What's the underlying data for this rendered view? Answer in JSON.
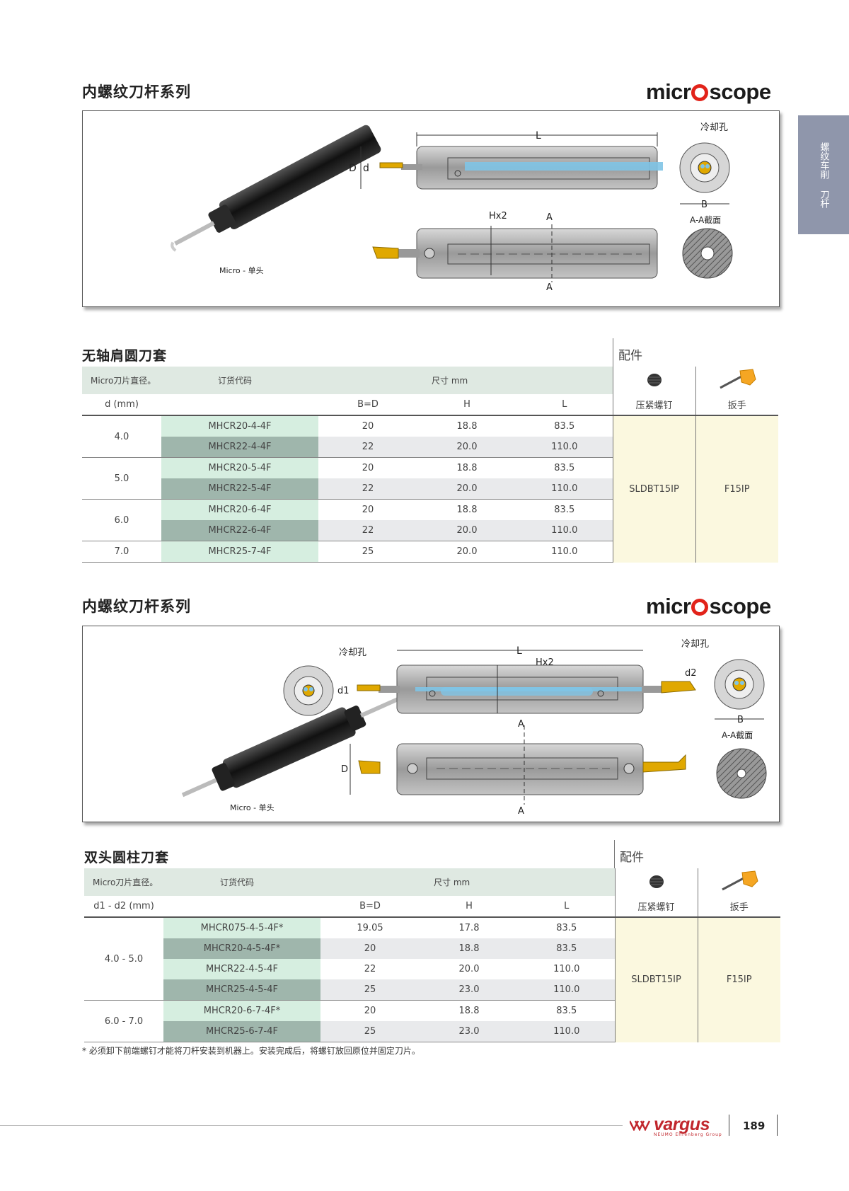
{
  "section1": {
    "title": "内螺纹刀杆系列",
    "brand_pre": "micr",
    "brand_post": "scope",
    "photo_caption": "Micro - 单头",
    "labels": {
      "L": "L",
      "D": "D",
      "d": "d",
      "coolant": "冷却孔",
      "B": "B",
      "Hx2": "Hx2",
      "A_top": "A",
      "A_bottom": "A",
      "section": "A-A截面"
    }
  },
  "table1": {
    "title": "无轴肩圆刀套",
    "acc_title": "配件",
    "h_dia": "Micro刀片直径。",
    "h_code": "订货代码",
    "h_dims": "尺寸 mm",
    "h_d": "d (mm)",
    "h_bd": "B=D",
    "h_h": "H",
    "h_l": "L",
    "h_screw": "压紧螺钉",
    "h_wrench": "扳手",
    "rows": [
      {
        "code": "MHCR20-4-4F",
        "bd": "20",
        "h": "18.8",
        "l": "83.5"
      },
      {
        "code": "MHCR22-4-4F",
        "bd": "22",
        "h": "20.0",
        "l": "110.0"
      },
      {
        "code": "MHCR20-5-4F",
        "bd": "20",
        "h": "18.8",
        "l": "83.5"
      },
      {
        "code": "MHCR22-5-4F",
        "bd": "22",
        "h": "20.0",
        "l": "110.0"
      },
      {
        "code": "MHCR20-6-4F",
        "bd": "20",
        "h": "18.8",
        "l": "83.5"
      },
      {
        "code": "MHCR22-6-4F",
        "bd": "22",
        "h": "20.0",
        "l": "110.0"
      },
      {
        "code": "MHCR25-7-4F",
        "bd": "25",
        "h": "20.0",
        "l": "110.0"
      }
    ],
    "groups": [
      "4.0",
      "5.0",
      "6.0",
      "7.0"
    ],
    "screw": "SLDBT15IP",
    "wrench": "F15IP"
  },
  "section2": {
    "title": "内螺纹刀杆系列",
    "brand_pre": "micr",
    "brand_post": "scope",
    "photo_caption": "Micro - 单头",
    "labels": {
      "L": "L",
      "Hx2": "Hx2",
      "coolant_left": "冷却孔",
      "coolant_right": "冷却孔",
      "d1": "d1",
      "d2": "d2",
      "B": "B",
      "D": "D",
      "A_top": "A",
      "A_bottom": "A",
      "section": "A-A截面"
    }
  },
  "table2": {
    "title": "双头圆柱刀套",
    "acc_title": "配件",
    "h_dia": "Micro刀片直径。",
    "h_code": "订货代码",
    "h_dims": "尺寸 mm",
    "h_d": "d1 - d2 (mm)",
    "h_bd": "B=D",
    "h_h": "H",
    "h_l": "L",
    "h_screw": "压紧螺钉",
    "h_wrench": "扳手",
    "rows": [
      {
        "code": "MHCR075-4-5-4F*",
        "bd": "19.05",
        "h": "17.8",
        "l": "83.5"
      },
      {
        "code": "MHCR20-4-5-4F*",
        "bd": "20",
        "h": "18.8",
        "l": "83.5"
      },
      {
        "code": "MHCR22-4-5-4F",
        "bd": "22",
        "h": "20.0",
        "l": "110.0"
      },
      {
        "code": "MHCR25-4-5-4F",
        "bd": "25",
        "h": "23.0",
        "l": "110.0"
      },
      {
        "code": "MHCR20-6-7-4F*",
        "bd": "20",
        "h": "18.8",
        "l": "83.5"
      },
      {
        "code": "MHCR25-6-7-4F",
        "bd": "25",
        "h": "23.0",
        "l": "110.0"
      }
    ],
    "groups": [
      "4.0 - 5.0",
      "6.0 - 7.0"
    ],
    "screw": "SLDBT15IP",
    "wrench": "F15IP"
  },
  "footnote": "*  必须卸下前端螺钉才能将刀杆安装到机器上。安装完成后，将螺钉放回原位并固定刀片。",
  "side_tab": "螺纹车削 刀杆",
  "footer": {
    "logo": "vargus",
    "logo_sub": "NEUMO Ehrenberg Group",
    "page": "189"
  },
  "colors": {
    "brand_red": "#e2231a",
    "vargus_red": "#c1272d",
    "coolant_blue": "#7fc4e6",
    "insert_gold": "#e0a800",
    "side_tab": "#8f96ab"
  }
}
